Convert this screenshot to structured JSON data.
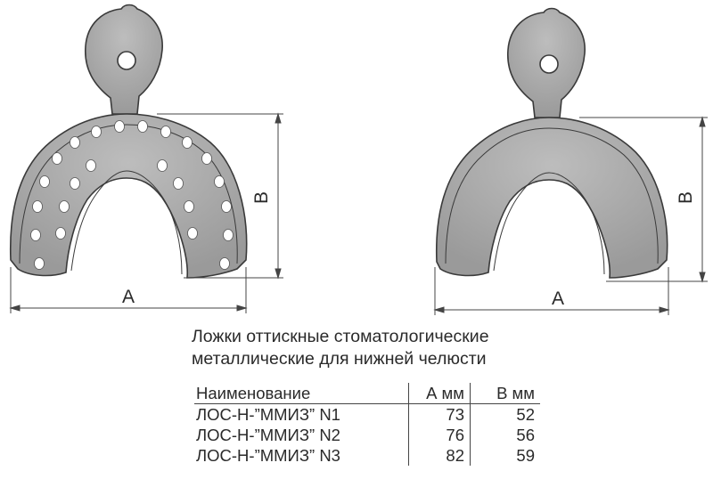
{
  "tray_left": {
    "label_a": "A",
    "label_b": "B",
    "hole_count": 24
  },
  "tray_right": {
    "label_a": "A",
    "label_b": "B"
  },
  "caption": {
    "line1": "Ложки оттискные стоматологические",
    "line2": "металлические для нижней челюсти"
  },
  "table": {
    "headers": {
      "name": "Наименование",
      "a": "А мм",
      "b": "В мм"
    },
    "rows": [
      {
        "name": "ЛОС-Н-”ММИЗ” N1",
        "a": "73",
        "b": "52"
      },
      {
        "name": "ЛОС-Н-”ММИЗ” N2",
        "a": "76",
        "b": "56"
      },
      {
        "name": "ЛОС-Н-”ММИЗ” N3",
        "a": "82",
        "b": "59"
      }
    ]
  },
  "colors": {
    "tray_fill": "#a8a8a8",
    "tray_rim": "#8e8e8e",
    "outline": "#3a3a3a",
    "hole": "#ffffff"
  }
}
